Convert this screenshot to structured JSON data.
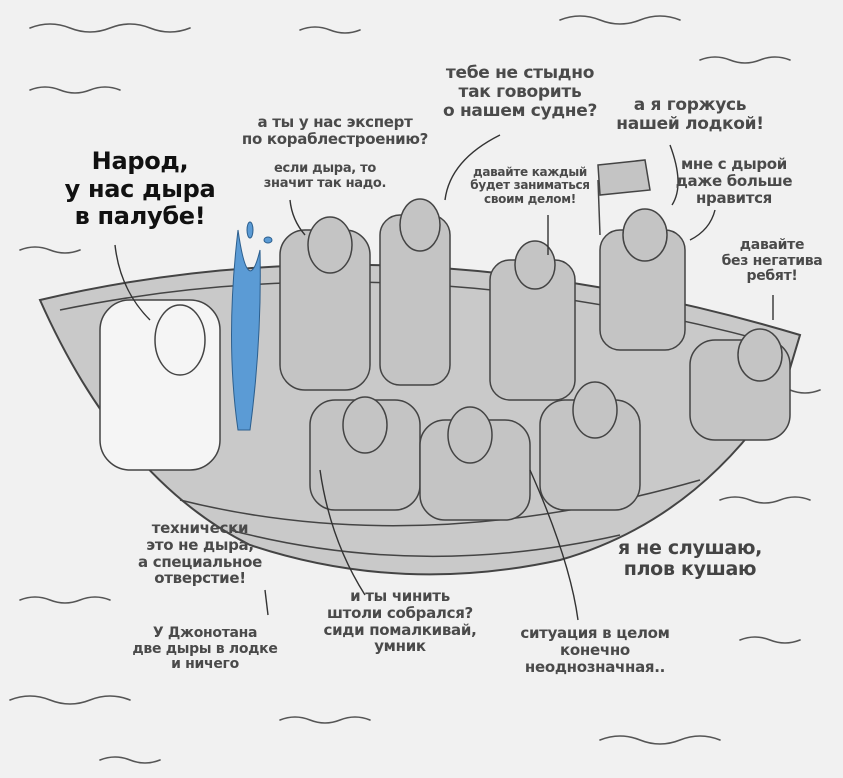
{
  "colors": {
    "background": "#f1f1f1",
    "boat": "#c9c9c9",
    "water_spout": "#5b9bd5",
    "lines": "#444444"
  },
  "captions": {
    "main": [
      "Народ,",
      "у нас дыра",
      "в палубе!"
    ],
    "expert": [
      "а ты у нас эксперт",
      "по кораблестроению?"
    ],
    "so_needed": [
      "если дыра, то",
      "значит так надо."
    ],
    "ashamed": [
      "тебе не стыдно",
      "так говорить",
      "о нашем судне?"
    ],
    "own_business": [
      "давайте каждый",
      "будет заниматься",
      "своим делом!"
    ],
    "proud": [
      "а я горжусь",
      "нашей лодкой!"
    ],
    "like_more": [
      "мне с дырой",
      "даже больше",
      "нравится"
    ],
    "no_negativity": [
      "давайте",
      "без негатива",
      "ребят!"
    ],
    "technically": [
      "технически",
      "это не дыра,",
      "а специальное",
      "отверстие!"
    ],
    "fix": [
      "и ты чинить",
      "штоли собрался?",
      "сиди помалкивай,",
      "умник"
    ],
    "plov": [
      "я не слушаю,",
      "плов кушаю"
    ],
    "jonotan": [
      "У Джонотана",
      "две дыры в лодке",
      "и ничего"
    ],
    "ambiguous": [
      "ситуация в целом",
      "конечно",
      "неоднозначная.."
    ]
  }
}
